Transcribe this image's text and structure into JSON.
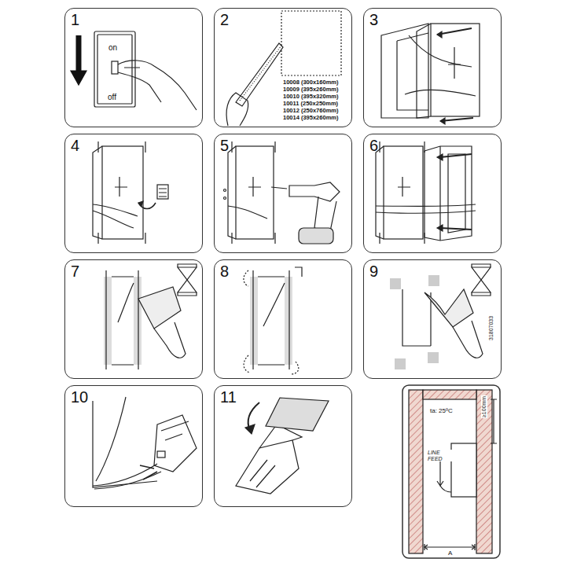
{
  "diagram": {
    "nodes": [
      {
        "text": [
          "1"
        ]
      },
      {
        "text": [
          "2"
        ]
      },
      {
        "text": [
          "3"
        ]
      },
      {
        "text": [
          "4"
        ]
      },
      {
        "text": [
          "5"
        ]
      },
      {
        "text": [
          "6"
        ]
      },
      {
        "text": [
          "7"
        ]
      },
      {
        "text": [
          "8"
        ]
      },
      {
        "text": [
          "9"
        ]
      },
      {
        "text": [
          "10"
        ]
      },
      {
        "text": [
          "11"
        ]
      }
    ],
    "edges": [],
    "labels": [
      "on",
      "off",
      "10008 (300x160mm)",
      "10009 (395x260mm)",
      "10010 (395x320mm)",
      "10011 (250x250mm)",
      "10012 (250x760mm)",
      "10014 (395x260mm)",
      "31807033",
      "ta: 25ºC",
      "≥100mm",
      "LINE FEED",
      "A"
    ]
  }
}
